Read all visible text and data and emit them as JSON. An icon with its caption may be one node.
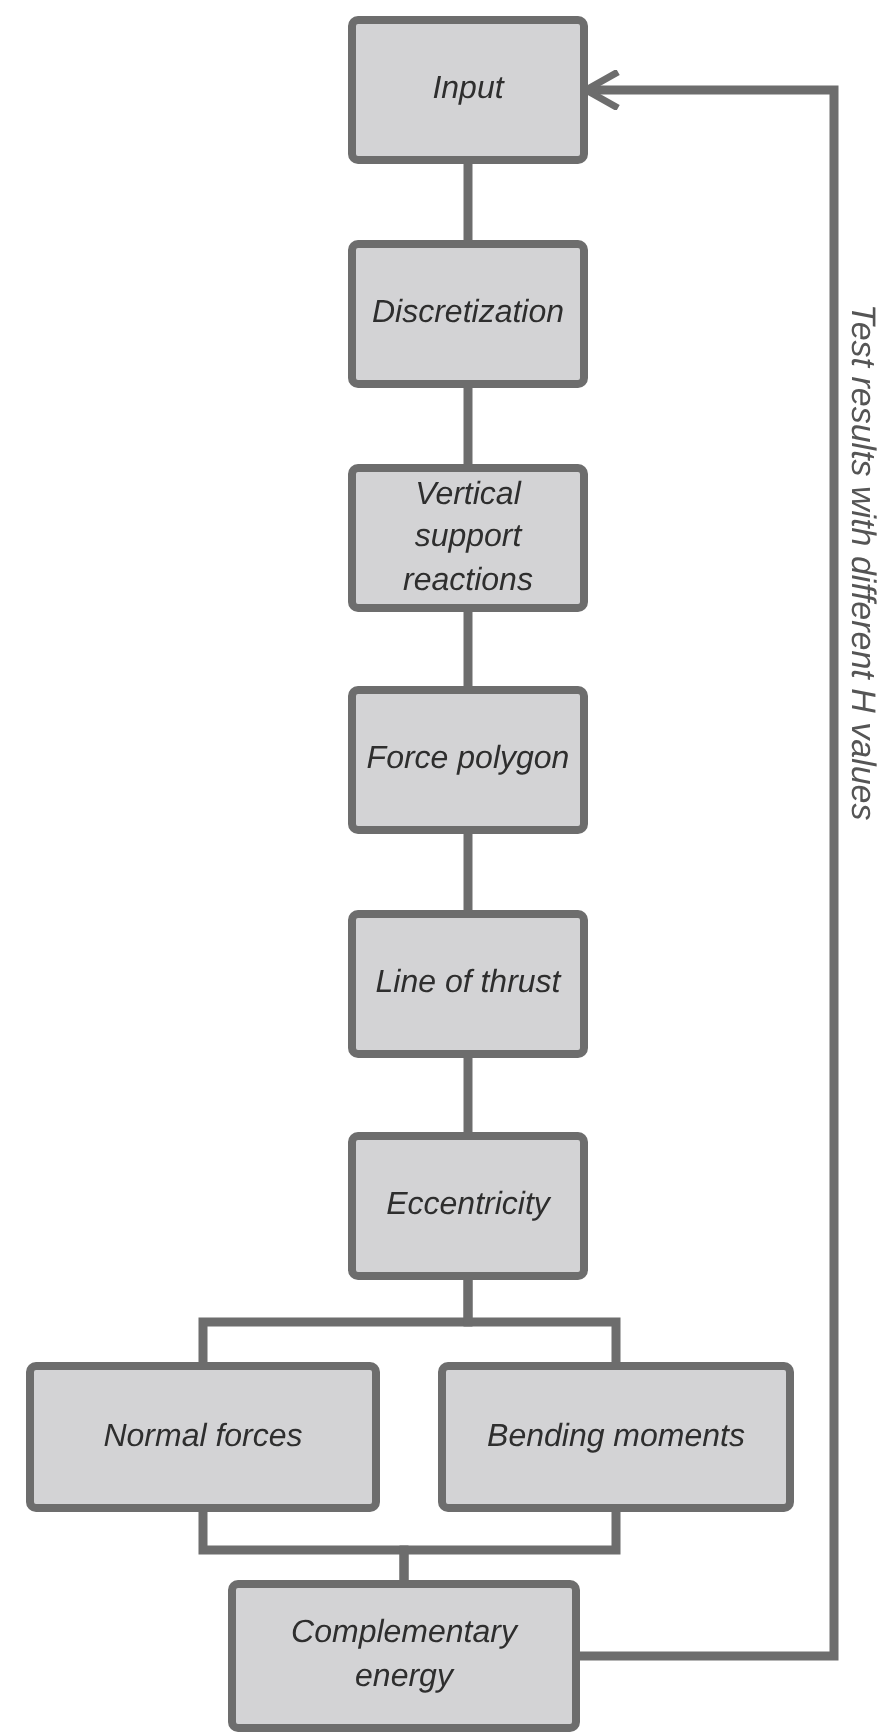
{
  "diagram": {
    "nodes": [
      {
        "text": [
          "Input"
        ]
      },
      {
        "text": [
          "Discretization"
        ]
      },
      {
        "text": [
          "Vertical support reactions"
        ]
      },
      {
        "text": [
          "Force polygon"
        ]
      },
      {
        "text": [
          "Line of thrust"
        ]
      },
      {
        "text": [
          "Eccentricity"
        ]
      },
      {
        "text": [
          "Normal forces"
        ]
      },
      {
        "text": [
          "Bending moments"
        ]
      },
      {
        "text": [
          "Complementary energy"
        ]
      }
    ],
    "edges": [
      {
        "from": 0,
        "to": 1,
        "arrow": "none"
      },
      {
        "from": 1,
        "to": 2,
        "arrow": "none"
      },
      {
        "from": 2,
        "to": 3,
        "arrow": "none"
      },
      {
        "from": 3,
        "to": 4,
        "arrow": "none"
      },
      {
        "from": 4,
        "to": 5,
        "arrow": "none"
      },
      {
        "from": 5,
        "to": 6,
        "arrow": "none"
      },
      {
        "from": 5,
        "to": 7,
        "arrow": "none"
      },
      {
        "from": 6,
        "to": 8,
        "arrow": "none"
      },
      {
        "from": 7,
        "to": 8,
        "arrow": "none"
      },
      {
        "from": 8,
        "to": 0,
        "arrow": "to",
        "label": "Test results with different H values"
      }
    ]
  }
}
